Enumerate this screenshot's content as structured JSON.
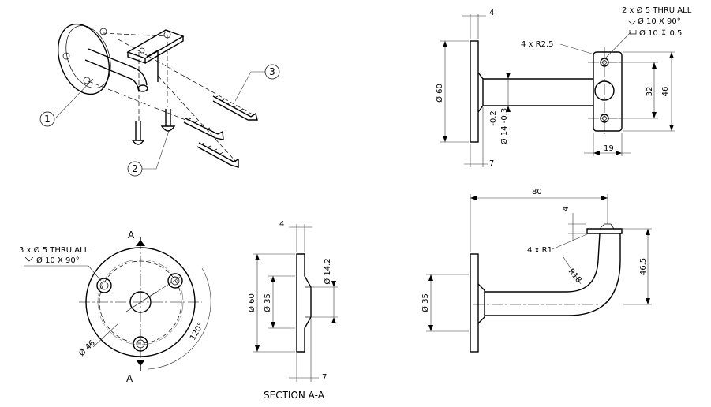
{
  "balloons": [
    "1",
    "2",
    "3"
  ],
  "side_view": {
    "top_thickness": "4",
    "fillet": "4 x R2.5",
    "hole_note_1": "2 x Ø 5 THRU ALL",
    "hole_note_2": "Ø 10 X 90°",
    "hole_note_3": "Ø 10 ↧ 0.5",
    "flange_diameter": "Ø 60",
    "tube_tolerance_upper": "-0.2",
    "tube_diameter": "Ø 14 -0.3",
    "plate_span": "32",
    "plate_height": "46",
    "plate_width": "19",
    "flange_width": "7"
  },
  "front_view": {
    "section_marker": "A",
    "hole_note_1": "3 x Ø 5 THRU ALL",
    "hole_note_2": "Ø 10 X 90°",
    "bolt_circle": "Ø 46",
    "angle": "120°"
  },
  "section_view": {
    "thickness": "4",
    "outer_diameter": "Ø 60",
    "inner_diameter": "Ø 35",
    "bore_diameter": "Ø 14.2",
    "width": "7",
    "caption": "SECTION A-A"
  },
  "bent_view": {
    "length": "80",
    "plate_thickness": "4",
    "fillet": "4 x R1",
    "bend_radius": "R18",
    "height": "46.5",
    "flange_diameter": "Ø 35"
  }
}
